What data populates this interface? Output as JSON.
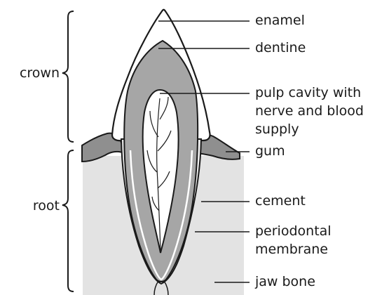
{
  "diagram": {
    "title": "",
    "groups": {
      "crown": "crown",
      "root": "root"
    },
    "labels": {
      "enamel": "enamel",
      "dentine": "dentine",
      "pulp_line1": "pulp cavity with",
      "pulp_line2": "nerve and blood",
      "pulp_line3": "supply",
      "gum": "gum",
      "cement": "cement",
      "periodontal_line1": "periodontal",
      "periodontal_line2": "membrane",
      "jaw_bone": "jaw bone"
    },
    "colors": {
      "jaw_bone_fill": "#e3e3e3",
      "gum_fill": "#8f8f8f",
      "dentine_fill": "#a6a6a6",
      "enamel_fill": "#ffffff",
      "outline": "#1a1a1a"
    }
  }
}
